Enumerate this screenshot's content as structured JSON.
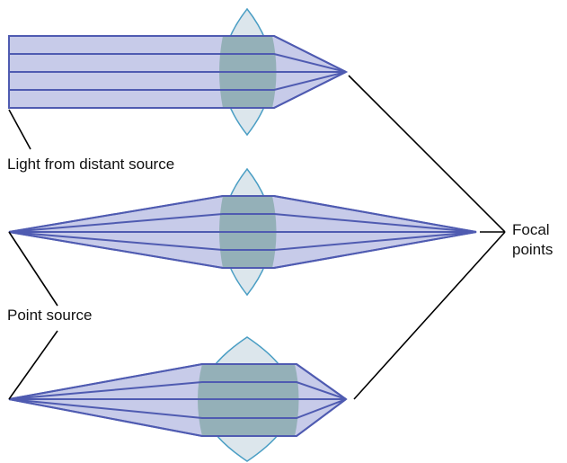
{
  "labels": {
    "distant_source": "Light from distant source",
    "point_source": "Point source",
    "focal_line1": "Focal",
    "focal_line2": "points"
  },
  "colors": {
    "beam_fill": "#c7cbe9",
    "ray": "#4f5bb1",
    "lens_fill": "#dce6ec",
    "lens_stroke": "#4a9ec4",
    "overlap_fill": "#94b0b8",
    "leader": "#000000"
  }
}
